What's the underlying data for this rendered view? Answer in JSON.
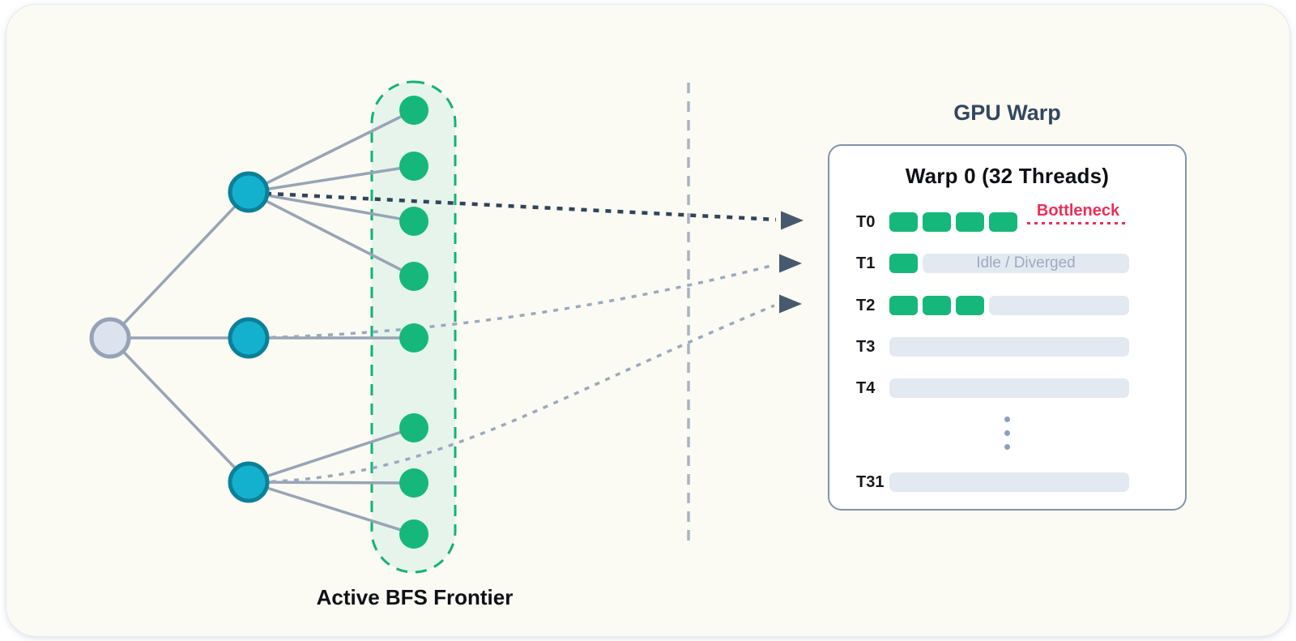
{
  "diagram": {
    "frontier_label": "Active BFS Frontier",
    "graph": {
      "root_nodes": 1,
      "visited_nodes": 3,
      "frontier_nodes": 8,
      "edges_from_visited": [
        4,
        1,
        3
      ]
    }
  },
  "gpu": {
    "title": "GPU Warp",
    "warp_title": "Warp 0 (32 Threads)",
    "bottleneck_label": "Bottleneck",
    "idle_label": "Idle / Diverged",
    "threads": [
      {
        "label": "T0",
        "active_units": 4,
        "idle_bar": false,
        "bottleneck": true
      },
      {
        "label": "T1",
        "active_units": 1,
        "idle_bar": true,
        "idle_text": true
      },
      {
        "label": "T2",
        "active_units": 3,
        "idle_bar": true
      },
      {
        "label": "T3",
        "active_units": 0,
        "idle_bar": true
      },
      {
        "label": "T4",
        "active_units": 0,
        "idle_bar": true
      },
      {
        "label": "T31",
        "active_units": 0,
        "idle_bar": true
      }
    ]
  },
  "colors": {
    "active_green": "#15b87a",
    "frontier_fill": "#e7f4ec",
    "frontier_border": "#12b377",
    "visited_teal_fill": "#14b1ce",
    "visited_teal_border": "#0c8098",
    "root_fill": "#dce3ee",
    "root_border": "#95a3b9",
    "edge_slate": "#98a4b6",
    "idle_gray": "#e3e9f1",
    "idle_text_gray": "#9dabbe",
    "bottleneck_red": "#ee2d58",
    "arrow_dark": "#30455b",
    "panel_border": "#8394ab",
    "title_slate": "#33475f",
    "card_bg": "#fbfaf3"
  }
}
